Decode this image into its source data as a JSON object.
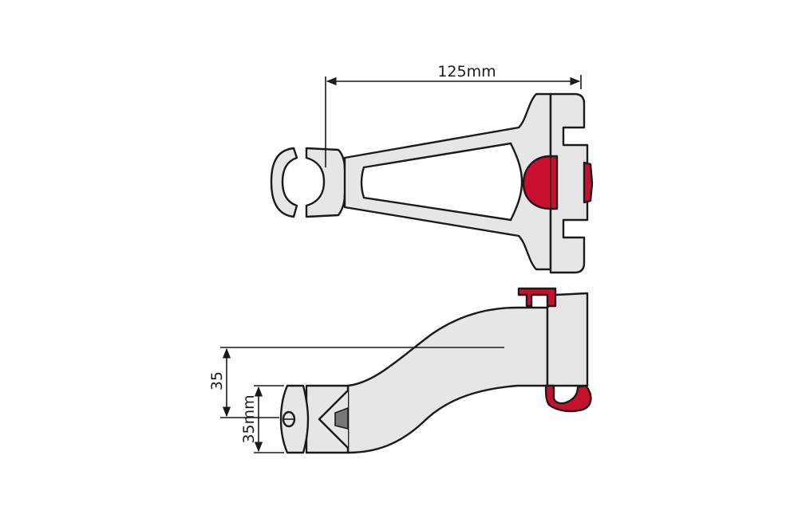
{
  "dimensions": {
    "width_label": "125mm",
    "height_offset_label": "35",
    "clamp_diameter_label": "35mm"
  },
  "colors": {
    "part_fill": "#e6e6e6",
    "accent_red": "#c8102e",
    "outline": "#1a1a1a"
  }
}
